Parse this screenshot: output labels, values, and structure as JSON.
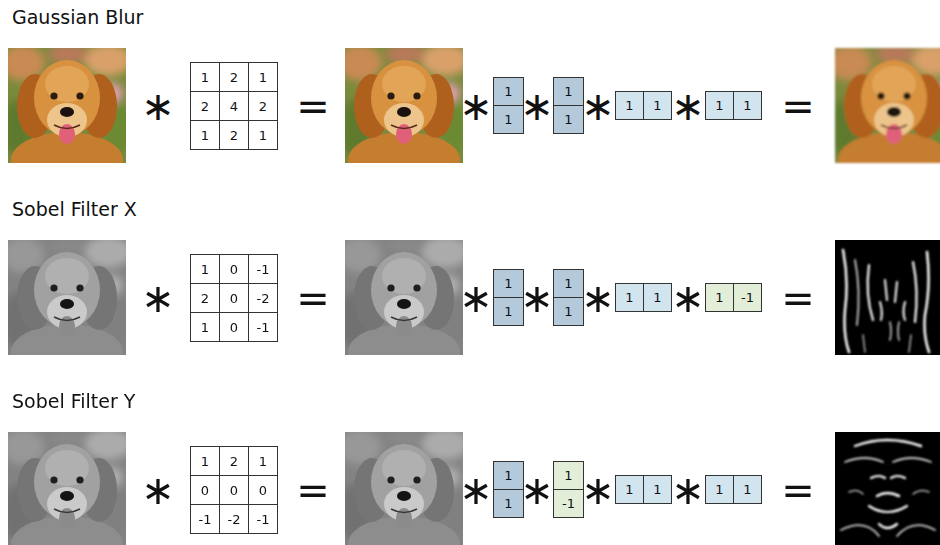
{
  "diagram": {
    "nodes": [
      {
        "text": [
          "1"
        ]
      },
      {
        "text": [
          "2"
        ]
      },
      {
        "text": [
          "1"
        ]
      },
      {
        "text": [
          "2"
        ]
      },
      {
        "text": [
          "4"
        ]
      },
      {
        "text": [
          "2"
        ]
      },
      {
        "text": [
          "1"
        ]
      },
      {
        "text": [
          "2"
        ]
      },
      {
        "text": [
          "1"
        ]
      },
      {
        "text": [
          "1"
        ]
      },
      {
        "text": [
          "1"
        ]
      },
      {
        "text": [
          "1"
        ]
      },
      {
        "text": [
          "1"
        ]
      },
      {
        "text": [
          "1"
        ]
      },
      {
        "text": [
          "1"
        ]
      },
      {
        "text": [
          "1"
        ]
      },
      {
        "text": [
          "1"
        ]
      },
      {
        "text": [
          "1"
        ]
      },
      {
        "text": [
          "0"
        ]
      },
      {
        "text": [
          "-1"
        ]
      },
      {
        "text": [
          "2"
        ]
      },
      {
        "text": [
          "0"
        ]
      },
      {
        "text": [
          "-2"
        ]
      },
      {
        "text": [
          "1"
        ]
      },
      {
        "text": [
          "0"
        ]
      },
      {
        "text": [
          "-1"
        ]
      },
      {
        "text": [
          "1"
        ]
      },
      {
        "text": [
          "1"
        ]
      },
      {
        "text": [
          "1"
        ]
      },
      {
        "text": [
          "1"
        ]
      },
      {
        "text": [
          "1"
        ]
      },
      {
        "text": [
          "1"
        ]
      },
      {
        "text": [
          "1"
        ]
      },
      {
        "text": [
          "-1"
        ]
      },
      {
        "text": [
          "1"
        ]
      },
      {
        "text": [
          "2"
        ]
      },
      {
        "text": [
          "1"
        ]
      },
      {
        "text": [
          "0"
        ]
      },
      {
        "text": [
          "0"
        ]
      },
      {
        "text": [
          "0"
        ]
      },
      {
        "text": [
          "-1"
        ]
      },
      {
        "text": [
          "-2"
        ]
      },
      {
        "text": [
          "-1"
        ]
      },
      {
        "text": [
          "1"
        ]
      },
      {
        "text": [
          "1"
        ]
      },
      {
        "text": [
          "1"
        ]
      },
      {
        "text": [
          "-1"
        ]
      },
      {
        "text": [
          "1"
        ]
      },
      {
        "text": [
          "1"
        ]
      },
      {
        "text": [
          "1"
        ]
      },
      {
        "text": [
          "1"
        ]
      }
    ],
    "labels": [
      "Gaussian Blur",
      "∗",
      "=",
      "∗",
      "∗",
      "∗",
      "∗",
      "=",
      "Sobel Filter X",
      "∗",
      "=",
      "∗",
      "∗",
      "∗",
      "∗",
      "=",
      "Sobel Filter Y",
      "∗",
      "=",
      "∗",
      "∗",
      "∗",
      "∗",
      "="
    ]
  }
}
